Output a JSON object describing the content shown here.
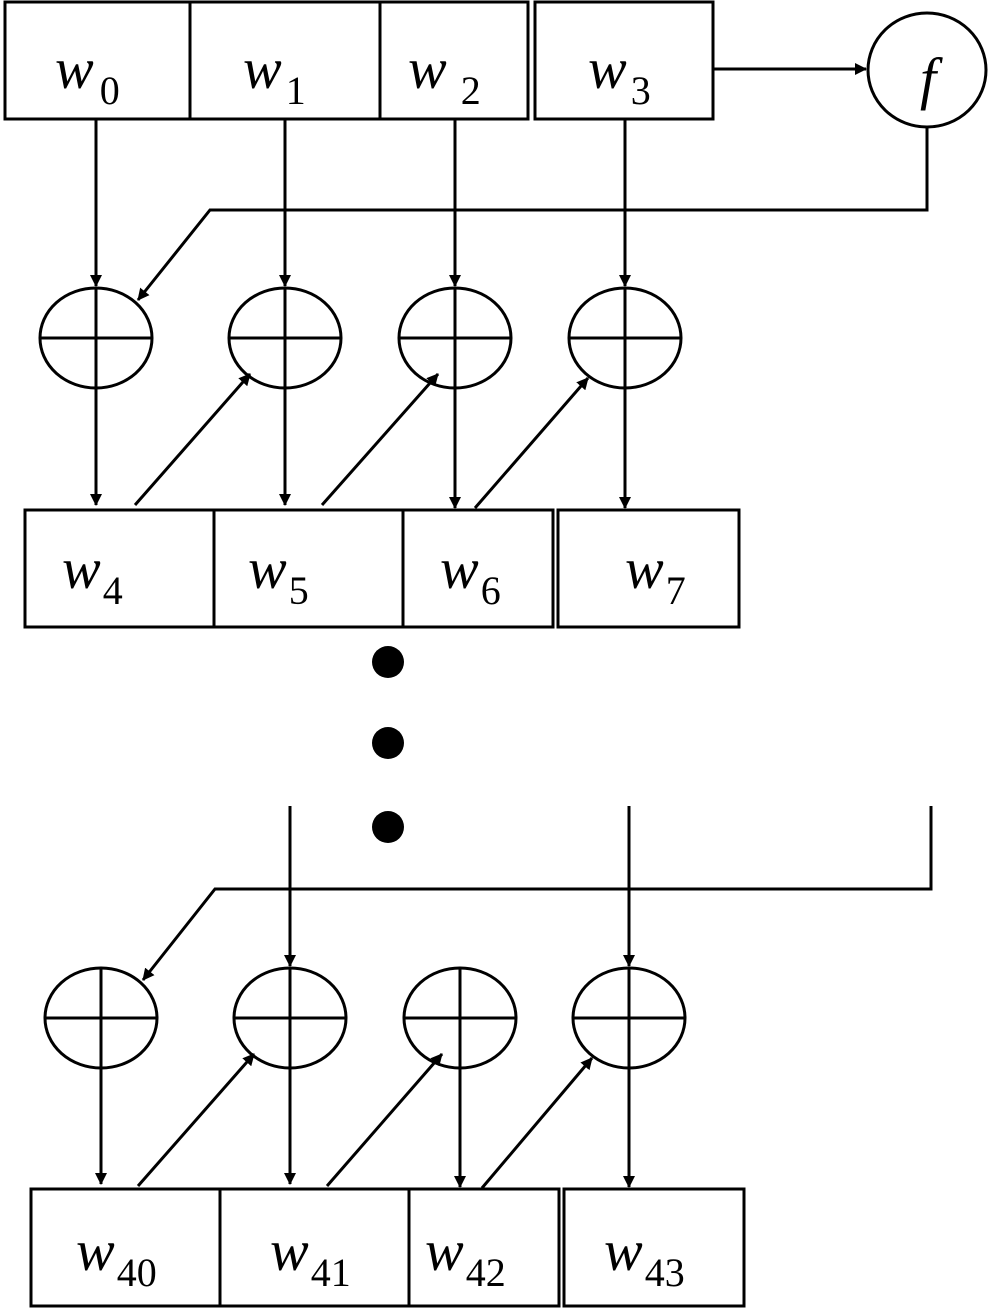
{
  "diagram": {
    "function_label": "f",
    "word_symbol": "w",
    "ellipsis": "•••",
    "rows": [
      {
        "name": "first-row",
        "subscripts": [
          "0",
          "1",
          "2",
          "3"
        ]
      },
      {
        "name": "second-row",
        "subscripts": [
          "4",
          "5",
          "6",
          "7"
        ]
      },
      {
        "name": "last-row",
        "subscripts": [
          "40",
          "41",
          "42",
          "43"
        ]
      }
    ]
  },
  "colors": {
    "ink": "#000000",
    "paper": "#ffffff"
  }
}
